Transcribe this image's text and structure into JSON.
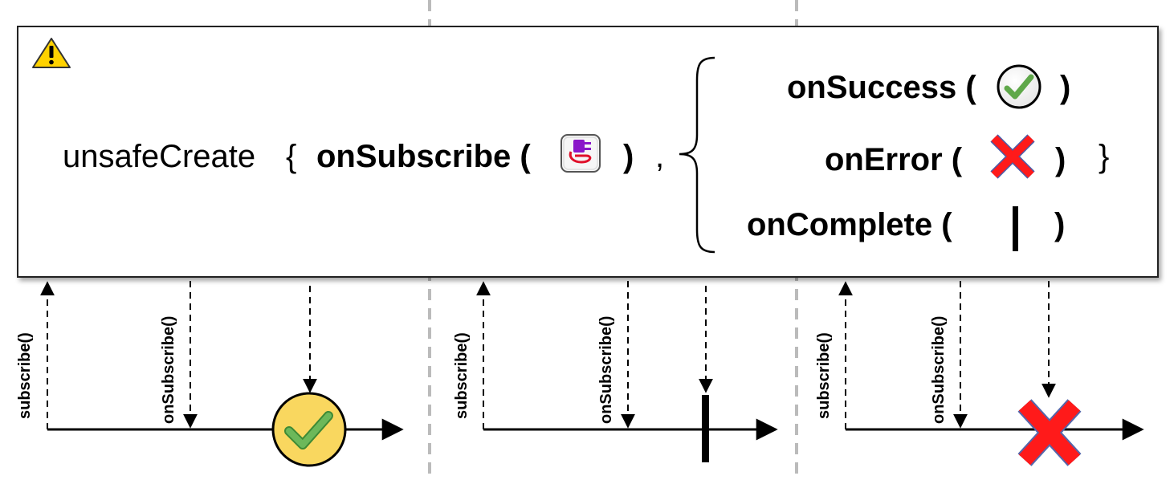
{
  "operator": {
    "name": "unsafeCreate",
    "open_brace": "{",
    "close_brace": "}",
    "comma": ",",
    "on_subscribe": "onSubscribe (",
    "close_paren": ")",
    "handlers": {
      "success": "onSuccess (",
      "error": "onError (",
      "complete": "onComplete ("
    },
    "warning_icon": "warning-triangle-icon",
    "plug_icon": "plug-icon"
  },
  "lanes": [
    {
      "subscribe_label": "subscribe()",
      "on_subscribe_label": "onSubscribe()",
      "terminal": "success",
      "terminal_icon": "check-circle-icon"
    },
    {
      "subscribe_label": "subscribe()",
      "on_subscribe_label": "onSubscribe()",
      "terminal": "complete",
      "terminal_icon": "complete-bar-icon"
    },
    {
      "subscribe_label": "subscribe()",
      "on_subscribe_label": "onSubscribe()",
      "terminal": "error",
      "terminal_icon": "red-x-icon"
    }
  ],
  "colors": {
    "success_fill": "#f9d75f",
    "check_green": "#5fa84a",
    "error_red": "#ff1a1a",
    "divider_gray": "#bbbbbb"
  }
}
